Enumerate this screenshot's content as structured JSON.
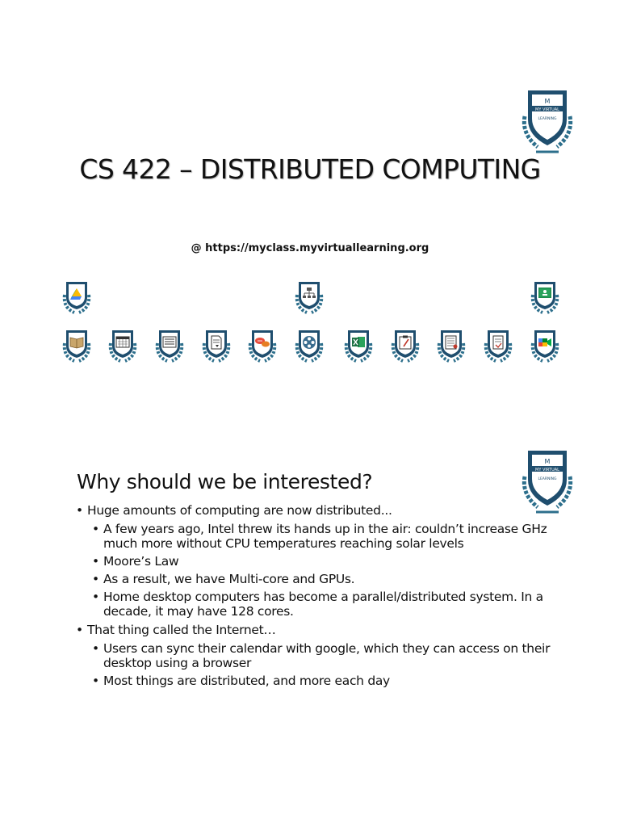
{
  "slide1": {
    "title": "CS 422 – DISTRIBUTED COMPUTING",
    "url": "@ https://myclass.myvirtuallearning.org",
    "logo_text": {
      "initial": "M",
      "line1": "MY VIRTUAL",
      "line2": "LEARNING"
    },
    "icons_top": [
      {
        "name": "drive-icon"
      },
      {
        "name": "sitemap-icon"
      },
      {
        "name": "classroom-icon"
      }
    ],
    "icons_bottom": [
      {
        "name": "book-icon"
      },
      {
        "name": "calendar-icon"
      },
      {
        "name": "list-icon"
      },
      {
        "name": "document-icon"
      },
      {
        "name": "chat-icon"
      },
      {
        "name": "gamepad-icon"
      },
      {
        "name": "excel-icon"
      },
      {
        "name": "clipboard-icon"
      },
      {
        "name": "spreadsheet-icon"
      },
      {
        "name": "form-icon"
      },
      {
        "name": "meet-icon"
      }
    ]
  },
  "slide2": {
    "heading": "Why should we be interested?",
    "logo_text": {
      "initial": "M",
      "line1": "MY VIRTUAL",
      "line2": "LEARNING"
    },
    "bullets": [
      {
        "text": "Huge amounts of computing are now distributed...",
        "sub": [
          "A few years ago, Intel threw its hands up in the air: couldn’t increase GHz much more without CPU temperatures reaching solar levels",
          "Moore’s Law",
          "As a result, we have Multi-core and GPUs.",
          "Home desktop computers has become a parallel/distributed system. In a decade, it may have 128 cores."
        ]
      },
      {
        "text": "That thing called the Internet…",
        "sub": [
          "Users can sync their calendar with google, which they can access on their desktop using a browser",
          "Most things are distributed, and more each day"
        ]
      }
    ]
  },
  "colors": {
    "navy": "#1f4e6e",
    "teal": "#4a8fa8",
    "green": "#1e8e4e"
  }
}
